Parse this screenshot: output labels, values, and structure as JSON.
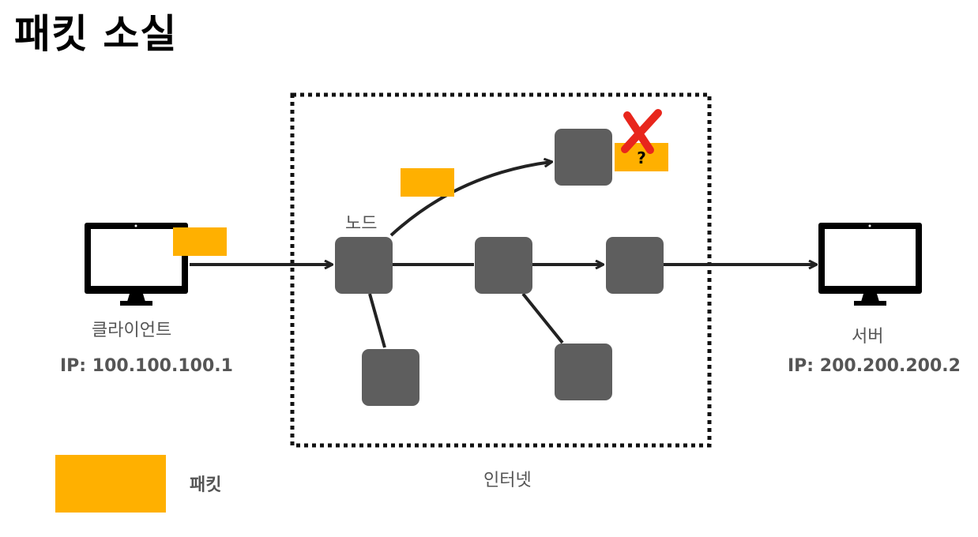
{
  "title": "패킷 소실",
  "client": {
    "label": "클라이언트",
    "ip": "IP: 100.100.100.1"
  },
  "server": {
    "label": "서버",
    "ip": "IP: 200.200.200.2"
  },
  "internet": {
    "label": "인터넷",
    "node_label": "노드"
  },
  "lost_packet": {
    "mark": "?"
  },
  "legend": {
    "label": "패킷"
  },
  "colors": {
    "packet": "#FFB000",
    "node": "#5E5E5E",
    "lost_mark": "#E8261C"
  }
}
